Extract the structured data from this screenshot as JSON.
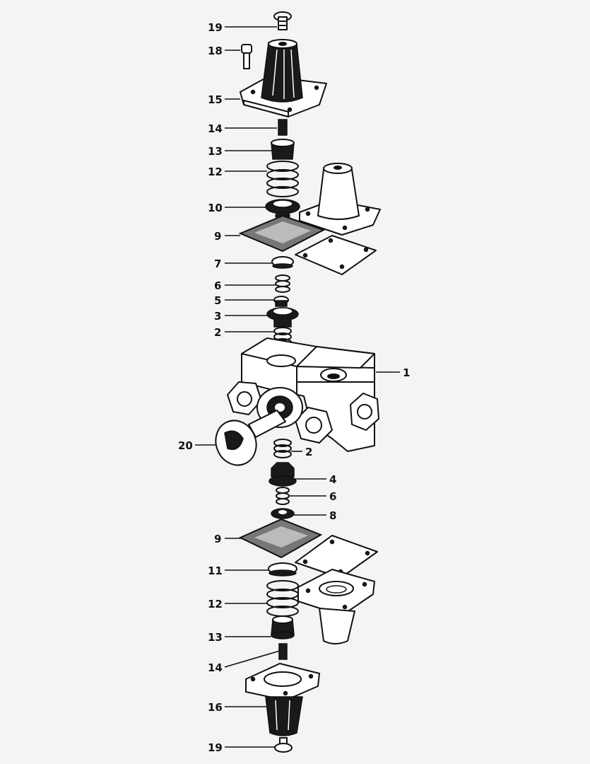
{
  "callouts": [
    {
      "id": "c19a",
      "text": "19"
    },
    {
      "id": "c18",
      "text": "18"
    },
    {
      "id": "c15",
      "text": "15"
    },
    {
      "id": "c14a",
      "text": "14"
    },
    {
      "id": "c13a",
      "text": "13"
    },
    {
      "id": "c12a",
      "text": "12"
    },
    {
      "id": "c10",
      "text": "10"
    },
    {
      "id": "c9a",
      "text": "9"
    },
    {
      "id": "c7",
      "text": "7"
    },
    {
      "id": "c6a",
      "text": "6"
    },
    {
      "id": "c5",
      "text": "5"
    },
    {
      "id": "c3",
      "text": "3"
    },
    {
      "id": "c2a",
      "text": "2"
    },
    {
      "id": "c1",
      "text": "1"
    },
    {
      "id": "c20",
      "text": "20"
    },
    {
      "id": "c2b",
      "text": "2"
    },
    {
      "id": "c4",
      "text": "4"
    },
    {
      "id": "c6b",
      "text": "6"
    },
    {
      "id": "c8",
      "text": "8"
    },
    {
      "id": "c9b",
      "text": "9"
    },
    {
      "id": "c11",
      "text": "11"
    },
    {
      "id": "c12b",
      "text": "12"
    },
    {
      "id": "c13b",
      "text": "13"
    },
    {
      "id": "c14b",
      "text": "14"
    },
    {
      "id": "c16",
      "text": "16"
    },
    {
      "id": "c19b",
      "text": "19"
    }
  ]
}
